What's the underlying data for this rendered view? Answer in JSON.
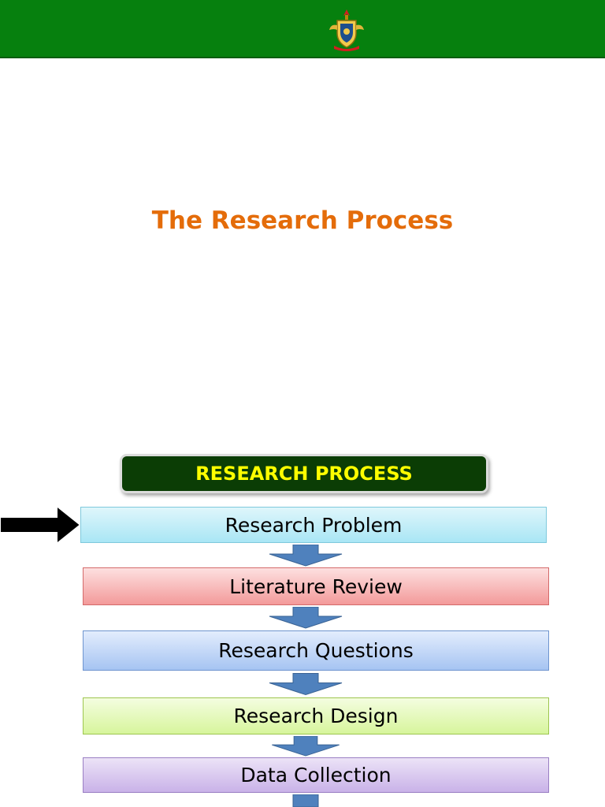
{
  "slide": {
    "title": "The Research Process"
  },
  "diagram": {
    "header": "RESEARCH PROCESS",
    "steps": [
      "Research Problem",
      "Literature Review",
      "Research Questions",
      "Research Design",
      "Data Collection"
    ],
    "current_step": "Research Problem"
  },
  "colors": {
    "top_bar": "#06800e",
    "title": "#e46c0a",
    "header_bg": "#0b3d05",
    "header_text": "#ffff00",
    "arrow": "#4f81bd"
  },
  "icons": {
    "crest": "university-crest-icon",
    "pointer": "right-arrow-icon",
    "flow": "down-arrow-icon"
  }
}
